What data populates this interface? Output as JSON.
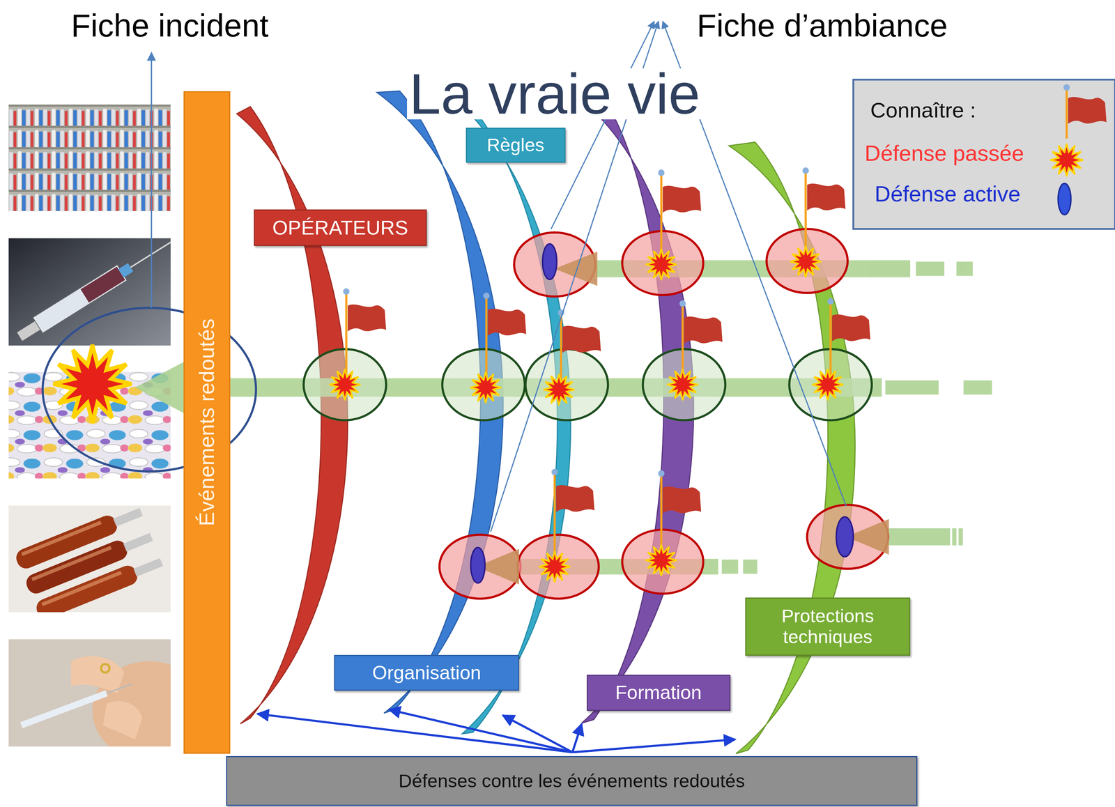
{
  "diagram": {
    "title": "La vraie vie",
    "nodes": [
      {
        "text": [
          "Événements redoutés"
        ]
      },
      {
        "text": [
          "OPÉRATEURS"
        ]
      },
      {
        "text": [
          "Règles"
        ]
      },
      {
        "text": [
          "Organisation"
        ]
      },
      {
        "text": [
          "Formation"
        ]
      },
      {
        "text": [
          "Protections techniques"
        ]
      },
      {
        "text": [
          "Défenses contre les événements redoutés"
        ]
      }
    ],
    "labels": [
      "Fiche incident",
      "Fiche d’ambiance",
      "Connaître :"
    ],
    "legend": [
      {
        "text": "Défense passée"
      },
      {
        "text": "Défense active"
      }
    ]
  }
}
